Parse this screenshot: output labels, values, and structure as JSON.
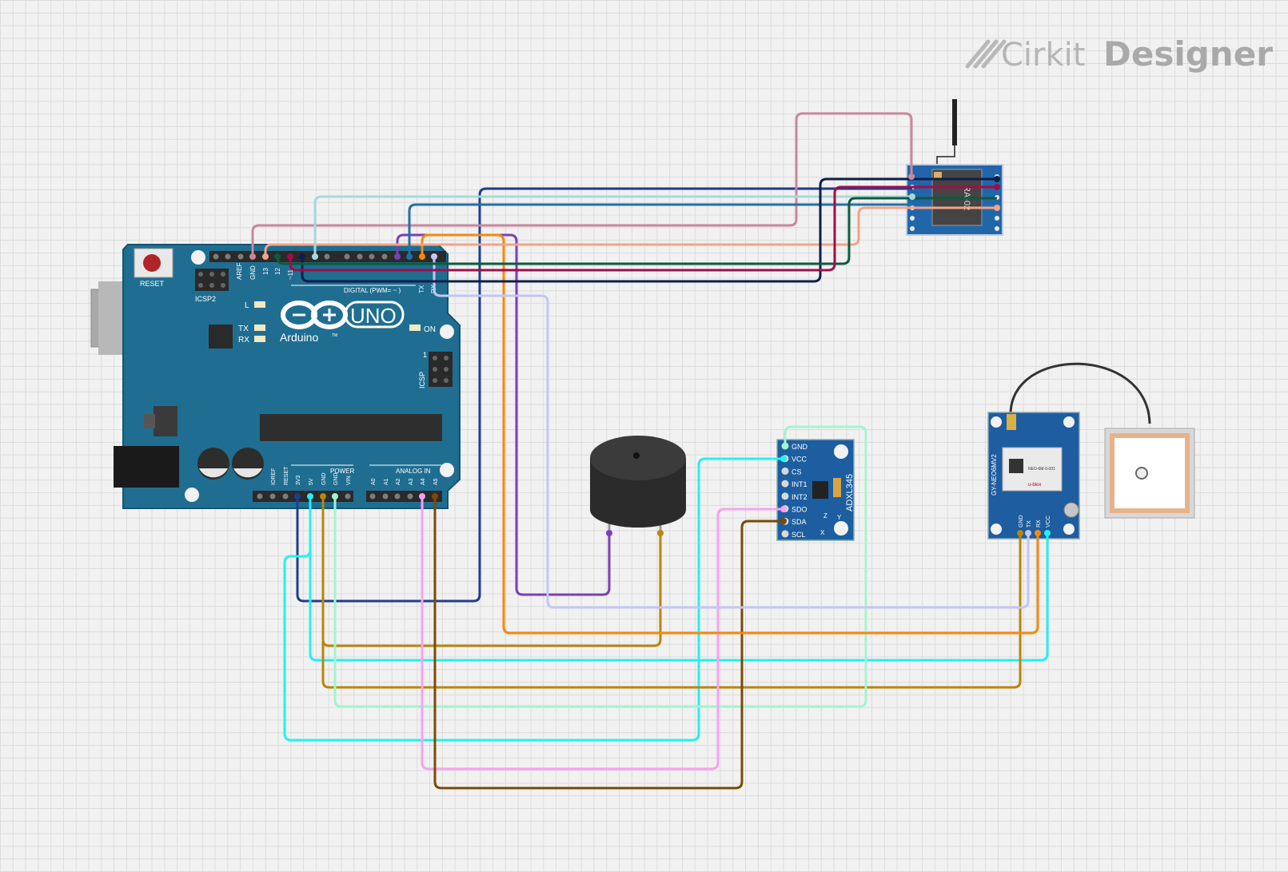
{
  "app": {
    "logo_light": "Cirkit",
    "logo_bold": "Designer"
  },
  "arduino": {
    "reset_label": "RESET",
    "icsp2_label": "ICSP2",
    "icsp_label": "ICSP",
    "brand": "Arduino",
    "model": "UNO",
    "tm": "TM",
    "led_l": "L",
    "led_tx": "TX",
    "led_rx": "RX",
    "led_on": "ON",
    "digital_label": "DIGITAL (PWM= ~ )",
    "power_label": "POWER",
    "analog_label": "ANALOG IN",
    "aref": "AREF",
    "gnd": "GND",
    "pin13": "13",
    "pin12": "12",
    "pin11": "~11",
    "digital_tx": "TX",
    "digital_rx": "RX",
    "icsp_one": "1",
    "power_pins": [
      "IOREF",
      "RESET",
      "3V3",
      "5V",
      "GND",
      "GND",
      "VIN"
    ],
    "analog_pins": [
      "A0",
      "A1",
      "A2",
      "A3",
      "A4",
      "A5"
    ]
  },
  "adxl": {
    "title": "ADXL345",
    "pins": [
      "GND",
      "VCC",
      "CS",
      "INT1",
      "INT2",
      "SDO",
      "SDA",
      "SCL"
    ],
    "axis_x": "X",
    "axis_y": "Y",
    "axis_z": "Z"
  },
  "gps": {
    "board_label": "GY-NEO6MV2",
    "chip_brand": "u-blox",
    "chip_model": "NEO-6M-0-001",
    "pins": [
      "GND",
      "TX",
      "RX",
      "VCC"
    ]
  },
  "lora": {
    "chip_label": "RA-02"
  },
  "colors": {
    "pcb_blue": "#1f6e91",
    "wire_navy": "#1e3d8f",
    "wire_cyan": "#22f1f4",
    "wire_gold": "#b8860b",
    "wire_mint": "#a2f5cf",
    "wire_pink": "#f6a2ee",
    "wire_brown": "#7a4a05",
    "wire_purple": "#7b3fb8",
    "wire_orange": "#f5890d",
    "wire_lavender": "#c4c6f5",
    "wire_mauve": "#c9879a",
    "wire_salmon": "#f6a285",
    "wire_lightblue": "#a5d9dd",
    "wire_steel": "#1f70aa",
    "wire_darknavy": "#0f1e4a",
    "wire_green": "#0d5b3e",
    "wire_crimson": "#a10d47"
  }
}
